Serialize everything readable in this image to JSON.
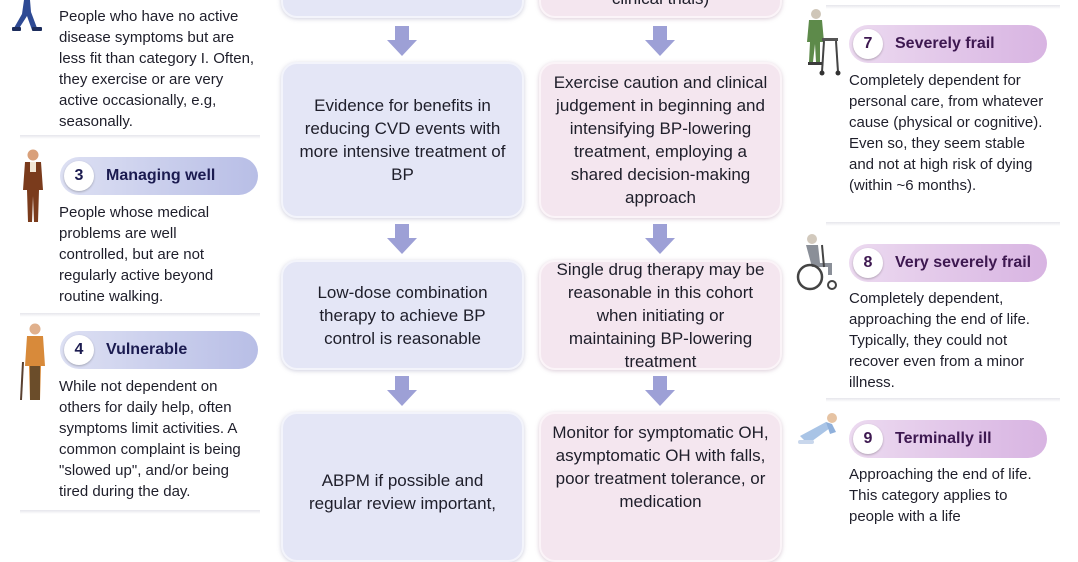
{
  "left_column": {
    "cat2_text": "People who have no active disease symptoms but are less fit than category I. Often, they exercise or are very active occasionally, e.g, seasonally.",
    "cat3": {
      "number": "3",
      "label": "Managing well",
      "text": "People whose medical problems are well controlled, but are not regularly active beyond routine walking."
    },
    "cat4": {
      "number": "4",
      "label": "Vulnerable",
      "text": "While not dependent on others for daily help, often symptoms limit activities. A common complaint is being \"slowed up\", and/or being tired during the day."
    }
  },
  "middle": {
    "top_left_box": "",
    "top_right_box": "clinical trials)",
    "blue_box_1": "Evidence for benefits in reducing CVD events with more intensive treatment of BP",
    "blue_box_2": "Low-dose combination therapy to achieve BP control is reasonable",
    "blue_box_3": "ABPM if possible and regular review important,",
    "pink_box_1": "Exercise caution and clinical judgement in beginning and intensifying BP-lowering treatment, employing a shared decision-making approach",
    "pink_box_2": "Single drug therapy may be reasonable in this cohort when initiating or maintaining BP-lowering treatment",
    "pink_box_3": "Monitor for symptomatic OH, asymptomatic OH with falls, poor treatment tolerance, or medication"
  },
  "right_column": {
    "cat7": {
      "number": "7",
      "label": "Severely frail",
      "text": "Completely dependent for personal care, from whatever cause (physical or cognitive). Even so, they seem stable and not at high risk of dying (within ~6 months)."
    },
    "cat8": {
      "number": "8",
      "label": "Very severely frail",
      "text": "Completely dependent, approaching the end of life. Typically, they could not recover even from a minor illness."
    },
    "cat9": {
      "number": "9",
      "label": "Terminally ill",
      "text": "Approaching the end of life. This category applies to people with a life"
    }
  },
  "colors": {
    "blue_box": "#e4e6f6",
    "pink_box": "#f4e6ef",
    "arrow": "#9da0d6",
    "pill_blue": "#b8bee6",
    "pill_purple": "#d8b4e2"
  }
}
